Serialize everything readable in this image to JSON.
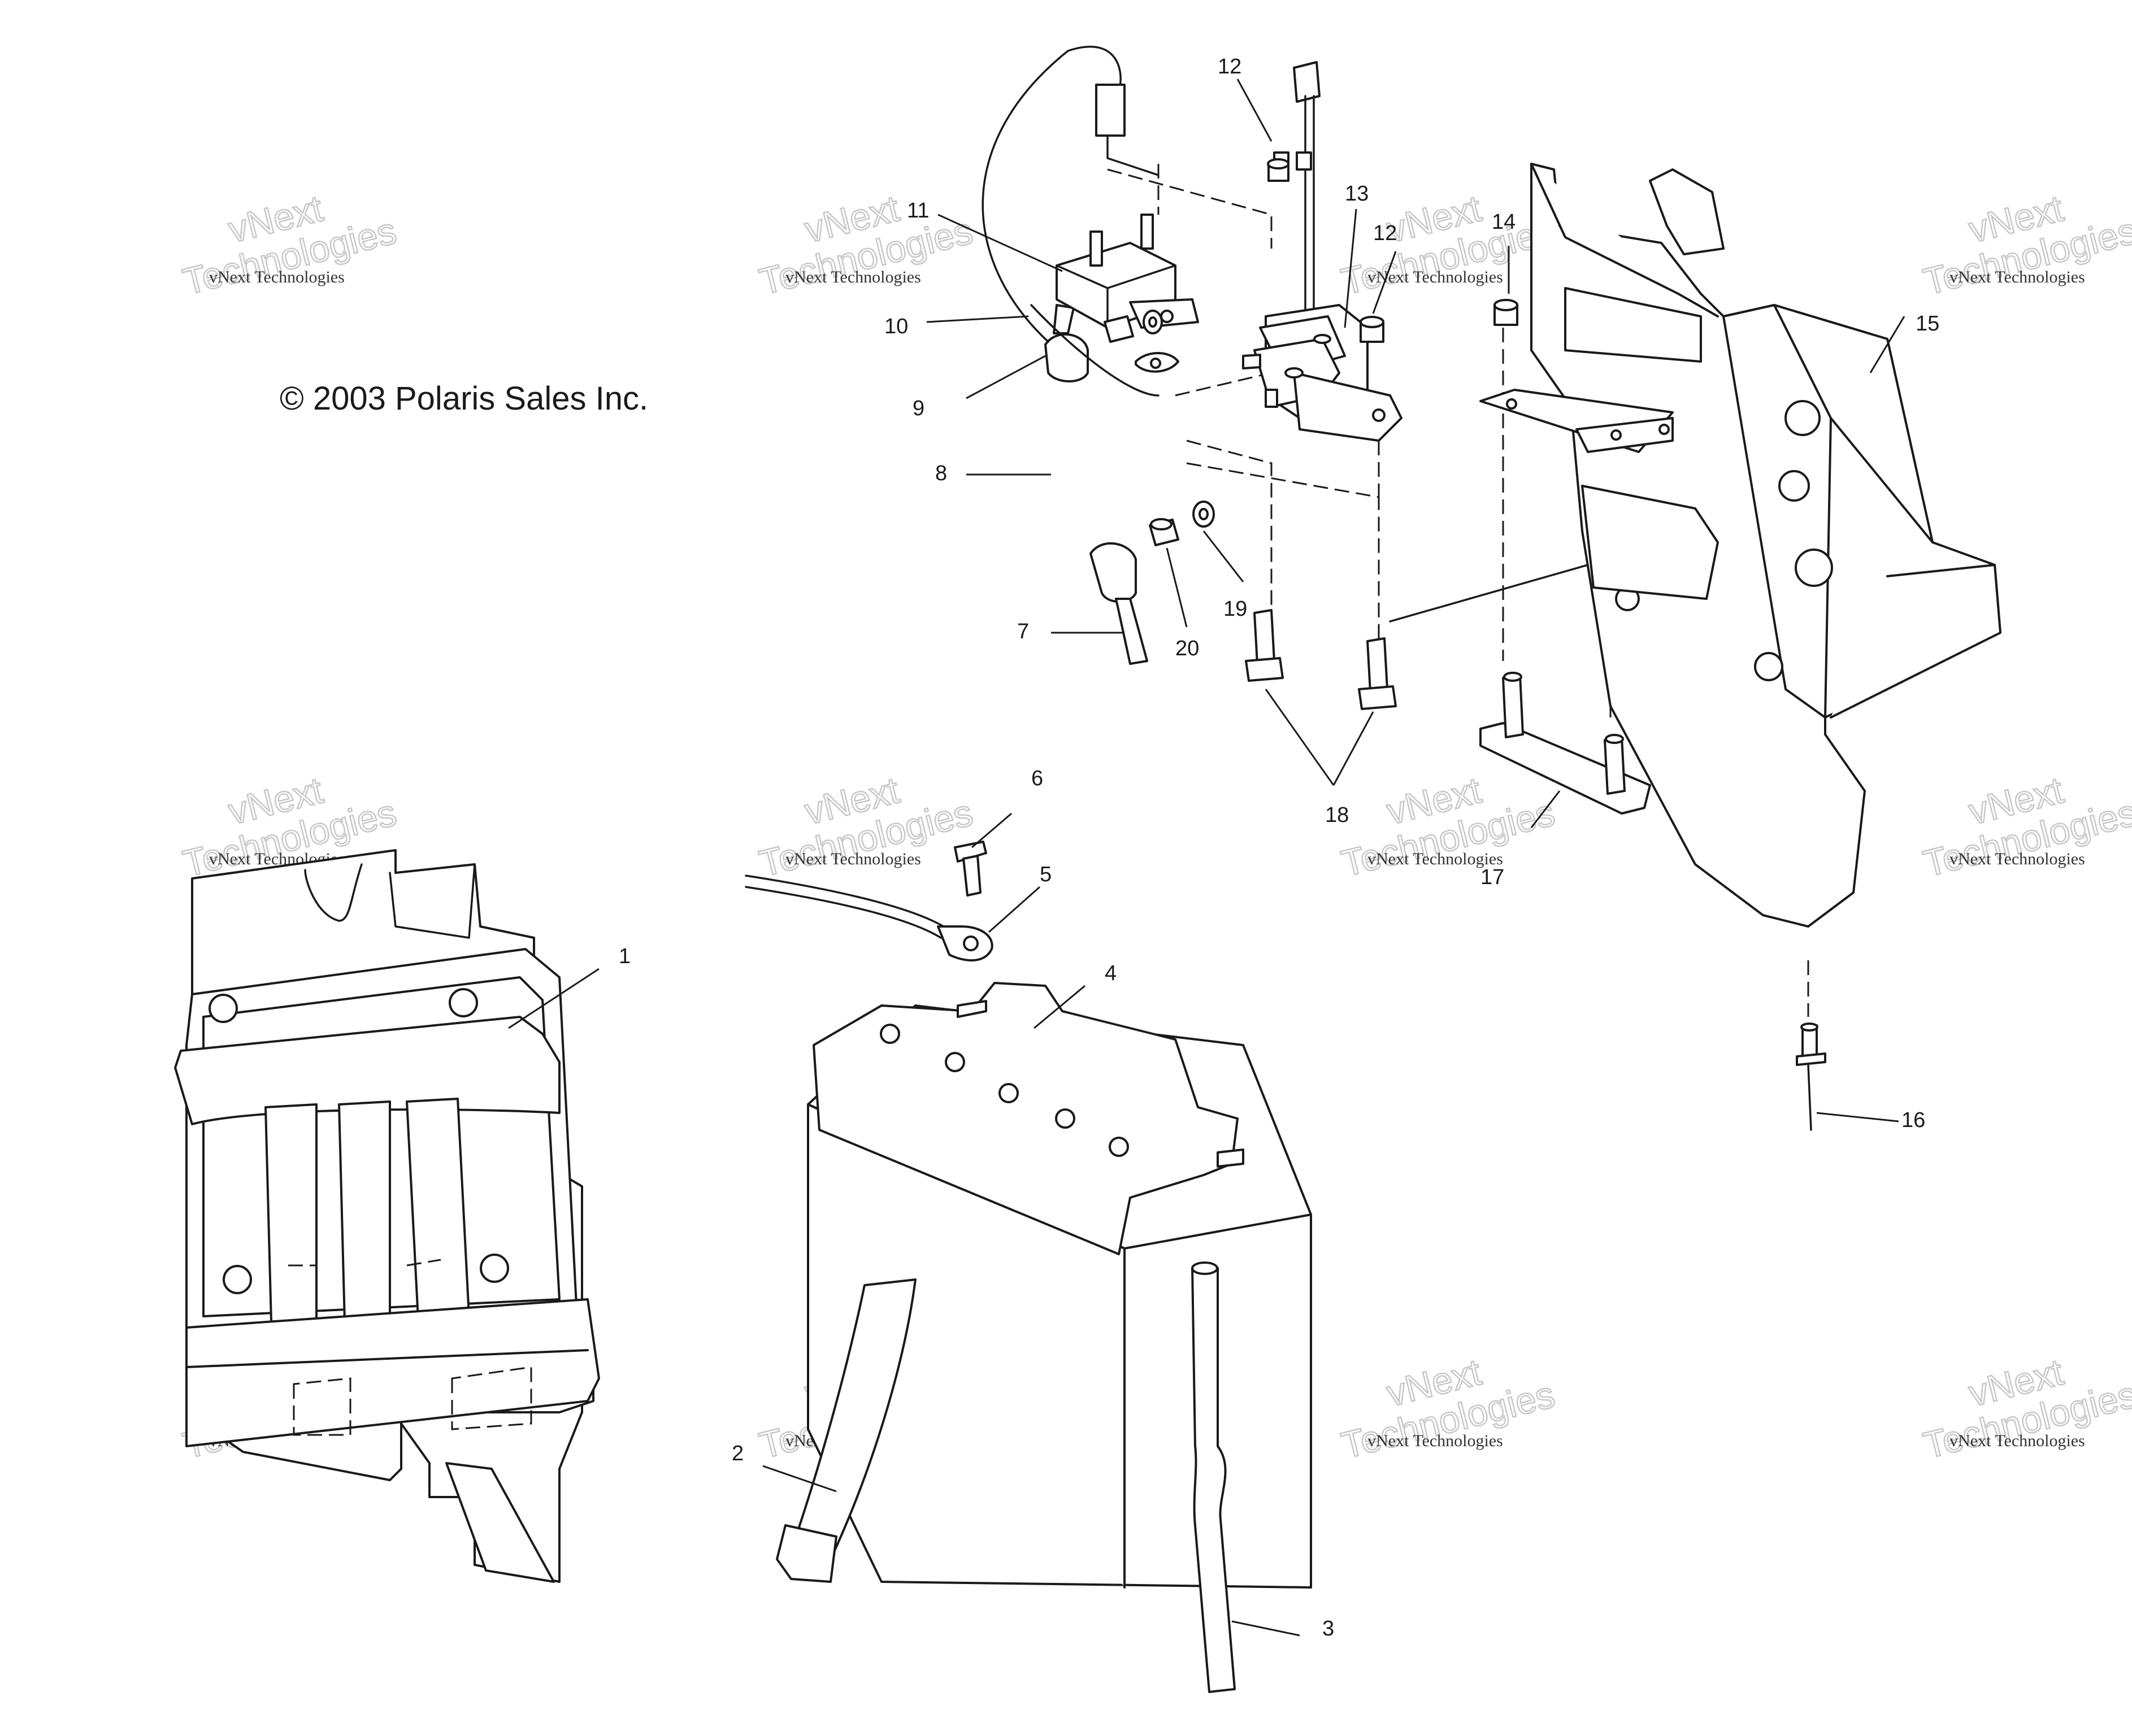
{
  "copyright": "© 2003 Polaris Sales Inc.",
  "watermark": {
    "line1": "vNext Technologies",
    "line2": "vNext",
    "line3": "Technologies"
  },
  "callouts": [
    "1",
    "2",
    "3",
    "4",
    "5",
    "6",
    "7",
    "8",
    "9",
    "10",
    "11",
    "12",
    "12",
    "13",
    "14",
    "15",
    "16",
    "17",
    "18",
    "19",
    "20"
  ]
}
